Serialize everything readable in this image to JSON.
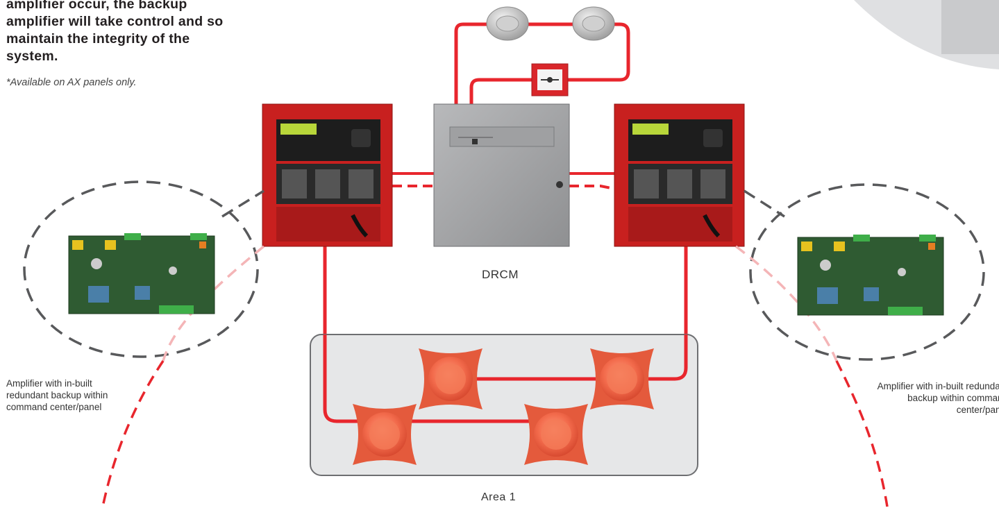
{
  "intro": {
    "body": "amplifier occur, the backup amplifier will take control and so maintain the integrity of the system.",
    "note": "*Available on AX panels only."
  },
  "labels": {
    "drcm": "DRCM",
    "area": "Area 1",
    "amplifier_left": "Amplifier with in-built redundant backup within command center/panel",
    "amplifier_right": "Amplifier with in-built redundant backup within command center/panel"
  },
  "colors": {
    "wire": "#e8262d",
    "dashed_circle": "#58595b",
    "panel_red": "#c8201f",
    "cabinet_grey": "#a9aaac",
    "area_fill": "#e6e7e8"
  },
  "icons": [
    "smoke-detector-icon",
    "manual-call-point-icon",
    "fire-panel-icon",
    "drcm-cabinet-icon",
    "amplifier-board-icon",
    "sounder-icon"
  ]
}
